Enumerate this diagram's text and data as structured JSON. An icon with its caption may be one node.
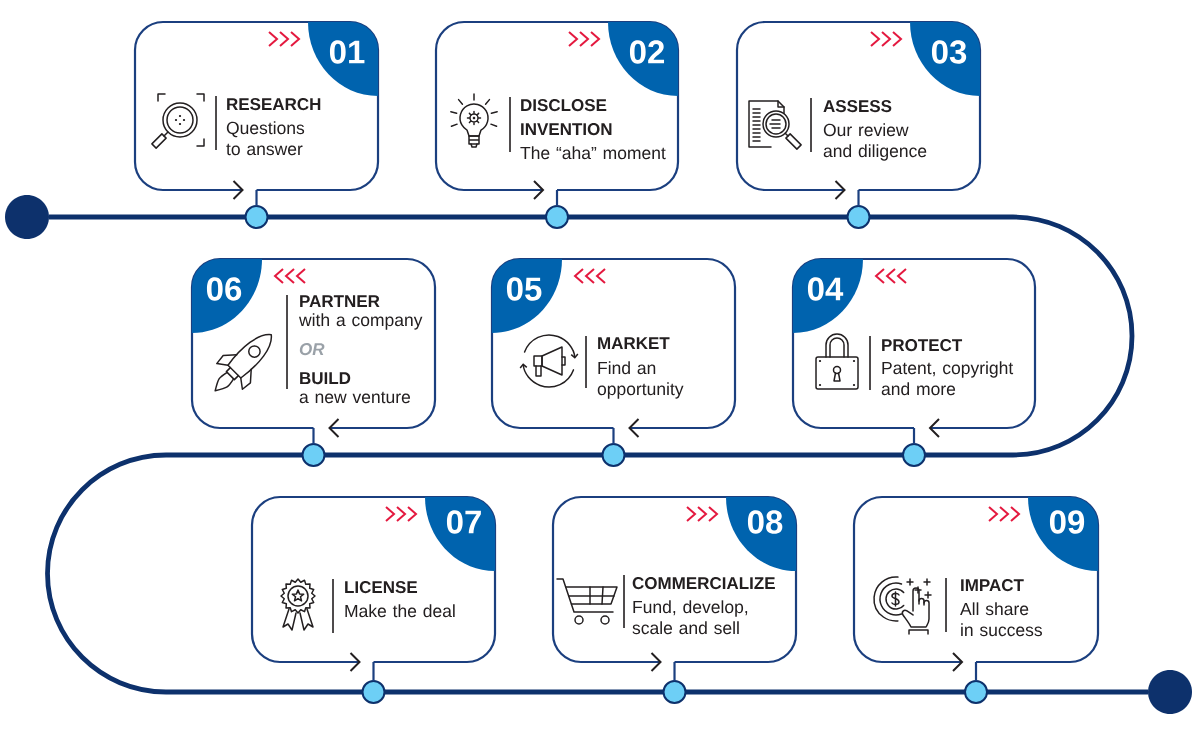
{
  "diagram": {
    "nodes": [
      {
        "text": [],
        "shape": "circle"
      },
      {
        "text": [
          "01",
          "RESEARCH",
          "Questions to answer"
        ]
      },
      {
        "text": [
          "02",
          "DISCLOSE INVENTION",
          "The “aha” moment"
        ]
      },
      {
        "text": [
          "03",
          "ASSESS",
          "Our review and diligence"
        ]
      },
      {
        "text": [
          "04",
          "PROTECT",
          "Patent, copyright and more"
        ]
      },
      {
        "text": [
          "05",
          "MARKET",
          "Find an opportunity"
        ]
      },
      {
        "text": [
          "06",
          "PARTNER",
          "with a company",
          "OR",
          "BUILD",
          "a new venture"
        ]
      },
      {
        "text": [
          "07",
          "LICENSE",
          "Make the deal"
        ]
      },
      {
        "text": [
          "08",
          "COMMERCIALIZE",
          "Fund, develop, scale and sell"
        ]
      },
      {
        "text": [
          "09",
          "IMPACT",
          "All share in success"
        ]
      },
      {
        "text": [],
        "shape": "circle"
      },
      {
        "text": [],
        "shape": "circle"
      },
      {
        "text": [],
        "shape": "circle"
      },
      {
        "text": [],
        "shape": "circle"
      },
      {
        "text": [],
        "shape": "circle"
      },
      {
        "text": [],
        "shape": "circle"
      },
      {
        "text": [],
        "shape": "circle"
      },
      {
        "text": [],
        "shape": "circle"
      },
      {
        "text": [],
        "shape": "circle"
      },
      {
        "text": [],
        "shape": "circle"
      }
    ],
    "edges": [
      {
        "from": 0,
        "to": 10,
        "arrow": "none"
      },
      {
        "from": 10,
        "to": 11,
        "arrow": "none"
      },
      {
        "from": 11,
        "to": 12,
        "arrow": "none"
      },
      {
        "from": 12,
        "to": 13,
        "arrow": "none"
      },
      {
        "from": 13,
        "to": 14,
        "arrow": "none"
      },
      {
        "from": 14,
        "to": 15,
        "arrow": "none"
      },
      {
        "from": 15,
        "to": 16,
        "arrow": "none"
      },
      {
        "from": 16,
        "to": 17,
        "arrow": "none"
      },
      {
        "from": 17,
        "to": 18,
        "arrow": "none"
      },
      {
        "from": 18,
        "to": 19,
        "arrow": "none"
      },
      {
        "from": 1,
        "to": 10,
        "arrow": "none"
      },
      {
        "from": 2,
        "to": 11,
        "arrow": "none"
      },
      {
        "from": 3,
        "to": 12,
        "arrow": "none"
      },
      {
        "from": 4,
        "to": 13,
        "arrow": "none"
      },
      {
        "from": 5,
        "to": 14,
        "arrow": "none"
      },
      {
        "from": 6,
        "to": 15,
        "arrow": "none"
      },
      {
        "from": 7,
        "to": 16,
        "arrow": "none"
      },
      {
        "from": 8,
        "to": 17,
        "arrow": "none"
      },
      {
        "from": 9,
        "to": 18,
        "arrow": "none"
      }
    ]
  }
}
